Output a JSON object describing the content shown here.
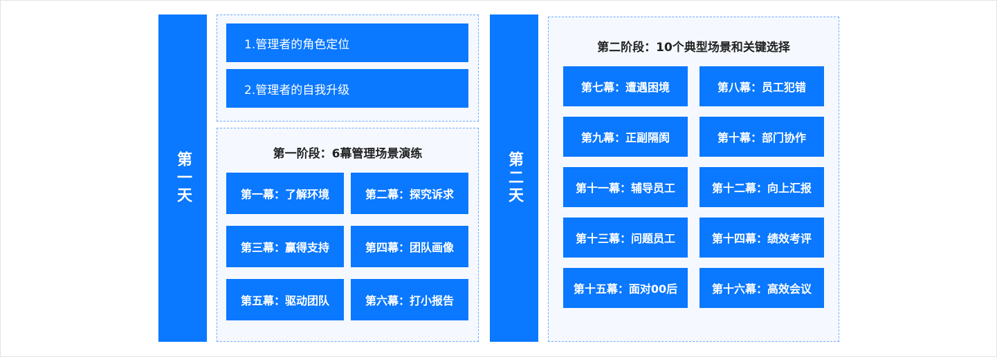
{
  "day1": {
    "label": "第一天",
    "topics": [
      "1.管理者的角色定位",
      "2.管理者的自我升级"
    ],
    "stage_title": "第一阶段：6幕管理场景演练",
    "acts": [
      "第一幕：了解环境",
      "第二幕：探究诉求",
      "第三幕：赢得支持",
      "第四幕：团队画像",
      "第五幕：驱动团队",
      "第六幕：打小报告"
    ]
  },
  "day2": {
    "label": "第二天",
    "stage_title": "第二阶段：10个典型场景和关键选择",
    "acts": [
      "第七幕：遭遇困境",
      "第八幕：员工犯错",
      "第九幕：正副隔阂",
      "第十幕：部门协作",
      "第十一幕：辅导员工",
      "第十二幕：向上汇报",
      "第十三幕：问题员工",
      "第十四幕：绩效考评",
      "第十五幕：面对00后",
      "第十六幕：高效会议"
    ]
  },
  "colors": {
    "accent": "#0a78ff",
    "dashed_border": "#6ea8ff",
    "panel_bg": "#f5f9ff"
  }
}
